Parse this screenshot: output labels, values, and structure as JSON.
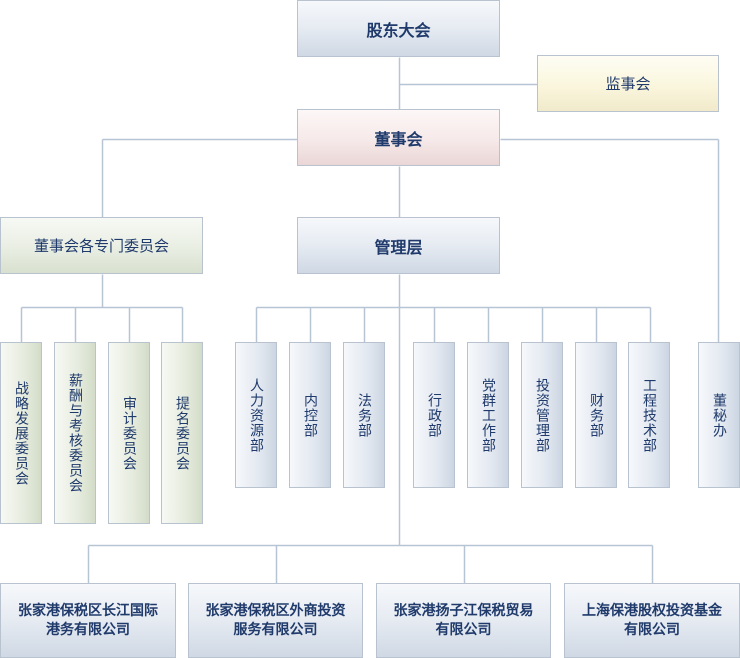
{
  "nodes": {
    "shareholders": "股东大会",
    "supervisors": "监事会",
    "board": "董事会",
    "committees": "董事会各专门委员会",
    "management": "管理层",
    "secretary": "董秘办"
  },
  "committee_items": [
    "战略发展委员会",
    "薪酬与考核委员会",
    "审计委员会",
    "提名委员会"
  ],
  "departments": [
    "人力资源部",
    "内控部",
    "法务部",
    "行政部",
    "党群工作部",
    "投资管理部",
    "财务部",
    "工程技术部"
  ],
  "subsidiaries": [
    "张家港保税区长江国际\n港务有限公司",
    "张家港保税区外商投资\n服务有限公司",
    "张家港扬子江保税贸易\n有限公司",
    "上海保港股权投资基金\n有限公司"
  ],
  "colors": {
    "line": "#b7c4d3",
    "text": "#1f3a6b",
    "box_border": "#b9c3d0"
  }
}
